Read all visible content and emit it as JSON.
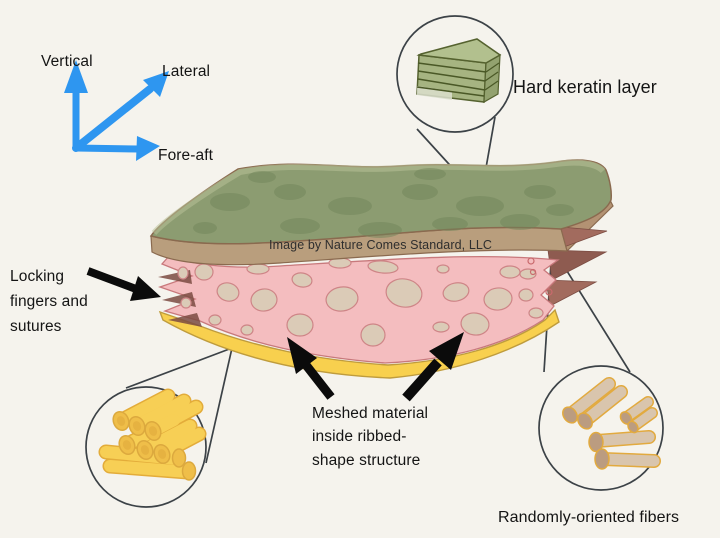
{
  "figure": {
    "credit": "Image by Nature Comes Standard, LLC",
    "background_color": "#F5F3ED"
  },
  "axes": {
    "vertical_label": "Vertical",
    "lateral_label": "Lateral",
    "foreaft_label": "Fore-aft",
    "arrow_color": "#2E96F0"
  },
  "callouts": {
    "keratin_label": "Hard keratin layer",
    "locking_label": "Locking\nfingers and\nsutures",
    "meshed_label": "Meshed material\ninside ribbed-\nshape structure",
    "fibers_label": "Randomly-oriented fibers"
  },
  "colors": {
    "outline": "#8A6A4F",
    "connector": "#3C4247",
    "green_layer": "#8C9C71",
    "green_mottle": "#71855A",
    "tan_band": "#B99E7D",
    "pink_mesh": "#F4BDBF",
    "mesh_blob": "#DBCBB7",
    "blob_stroke": "#CE8587",
    "yellow_band": "#F8D04E",
    "maroon_finger": "#966156",
    "yellow_fiber": "#F7CF55",
    "tan_fiber": "#D9C5AD",
    "fiber_gold": "#E2AA3F",
    "annotation_arrow": "#0B0B0B"
  }
}
